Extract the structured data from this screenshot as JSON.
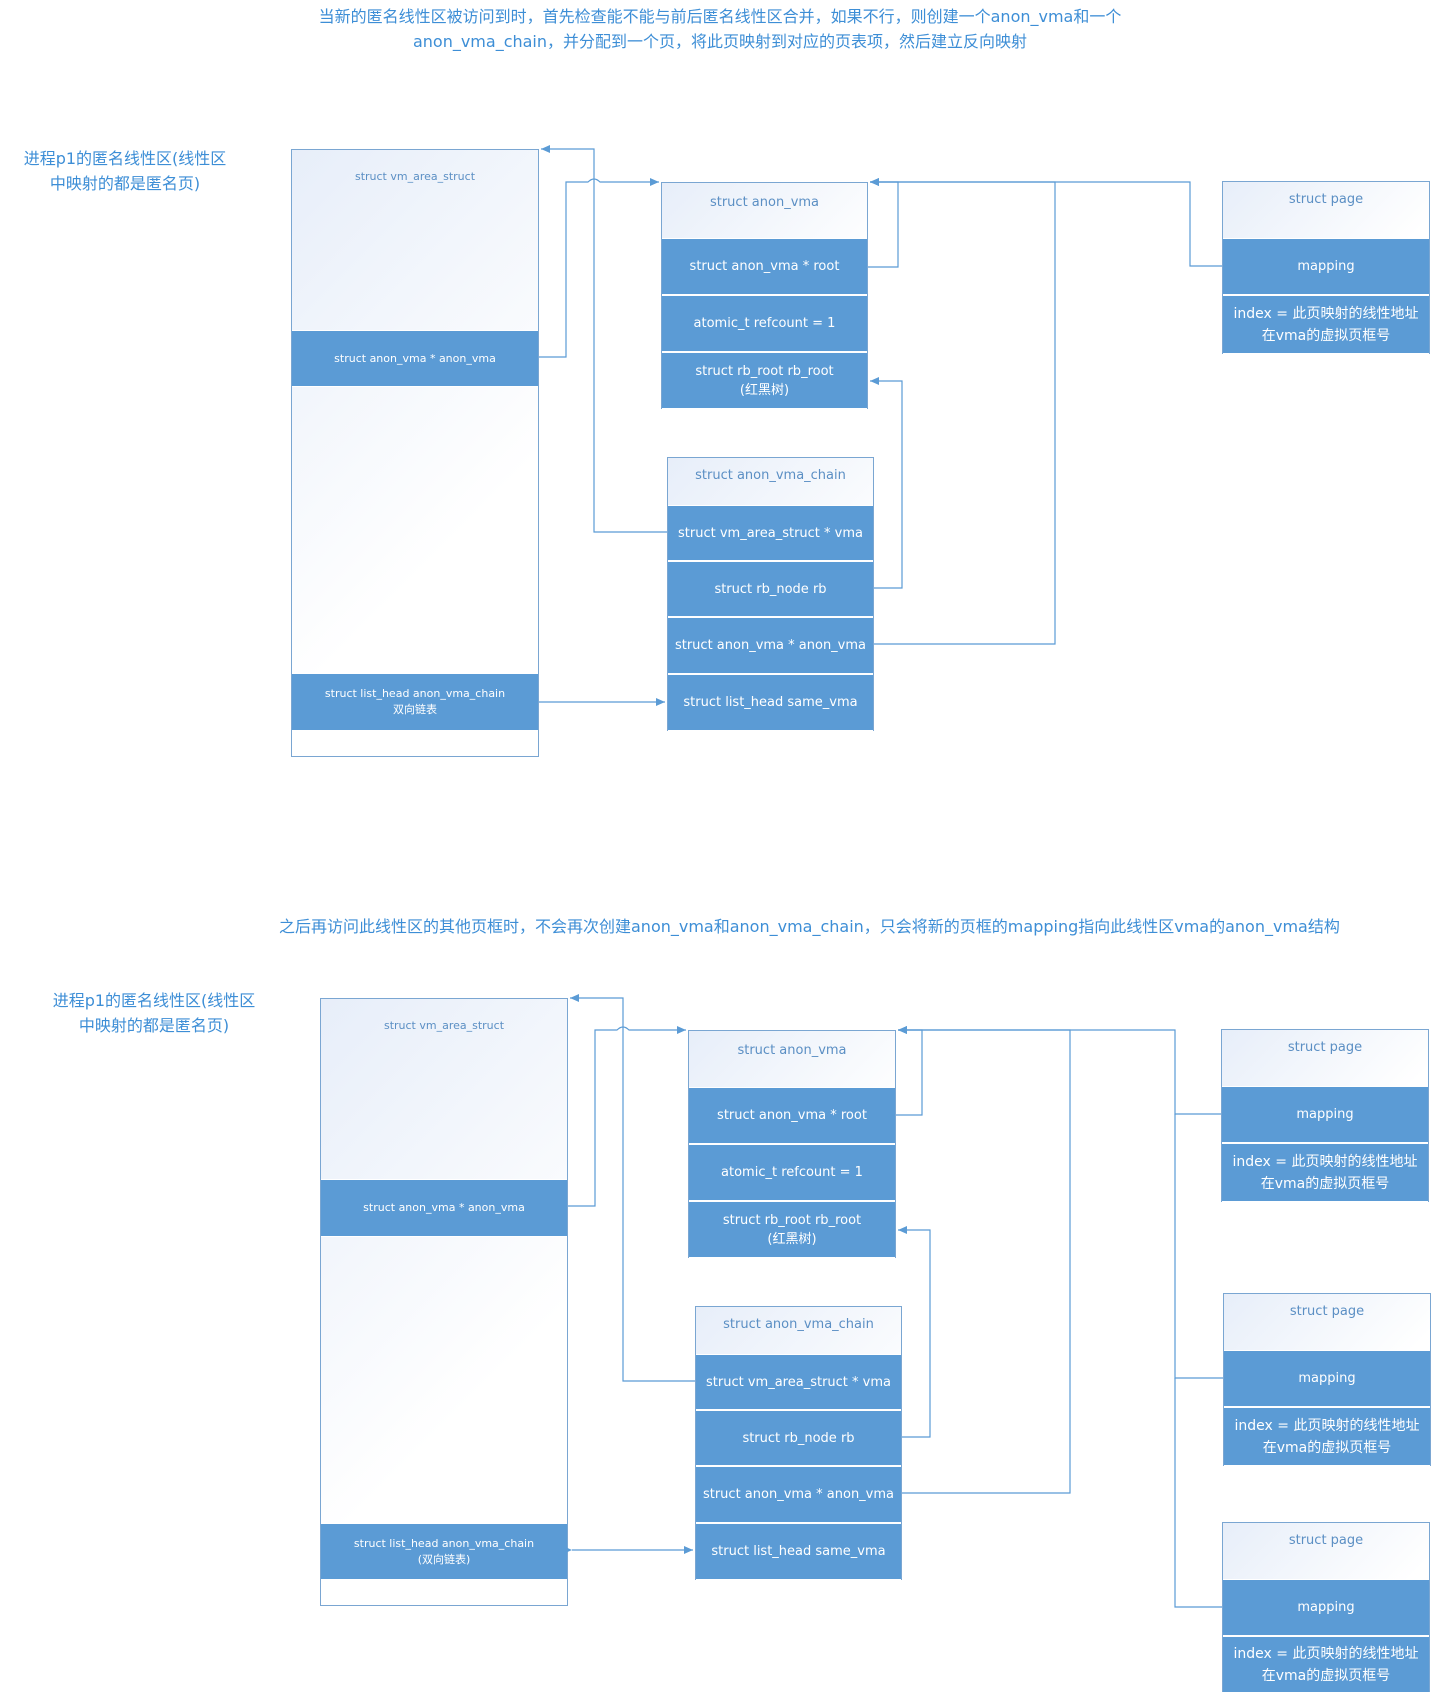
{
  "colors": {
    "accent": "#5b9bd5",
    "line": "#5b9bd5",
    "text": "#3d8ed6"
  },
  "top": {
    "caption": [
      "当新的匿名线性区被访问到时，首先检查能不能与前后匿名线性区合并，如果不行，则创建一个anon_vma和一个",
      "anon_vma_chain，并分配到一个页，将此页映射到对应的页表项，然后建立反向映射"
    ],
    "process_label": [
      "进程p1的匿名线性区(线性区",
      "中映射的都是匿名页)"
    ],
    "vma": {
      "title": "struct vm_area_struct",
      "anon_vma_field": "struct anon_vma * anon_vma",
      "chain_field": [
        "struct list_head  anon_vma_chain",
        "双向链表"
      ]
    },
    "anon_vma": {
      "title": "struct anon_vma",
      "root": "struct anon_vma * root",
      "refcount": "atomic_t  refcount = 1",
      "rb_root": [
        "struct rb_root rb_root",
        "(红黑树)"
      ]
    },
    "chain": {
      "title": "struct anon_vma_chain",
      "vma": "struct vm_area_struct * vma",
      "rb": "struct rb_node rb",
      "anon_vma": "struct anon_vma * anon_vma",
      "same_vma": "struct list_head same_vma"
    },
    "page": {
      "title": "struct page",
      "mapping": "mapping",
      "index": [
        "index = 此页映射的线性地址",
        "在vma的虚拟页框号"
      ]
    }
  },
  "bottom": {
    "caption": "之后再访问此线性区的其他页框时，不会再次创建anon_vma和anon_vma_chain，只会将新的页框的mapping指向此线性区vma的anon_vma结构",
    "process_label": [
      "进程p1的匿名线性区(线性区",
      "中映射的都是匿名页)"
    ],
    "vma": {
      "title": "struct vm_area_struct",
      "anon_vma_field": "struct anon_vma * anon_vma",
      "chain_field": [
        "struct list_head anon_vma_chain",
        "(双向链表)"
      ]
    },
    "anon_vma": {
      "title": "struct anon_vma",
      "root": "struct anon_vma * root",
      "refcount": "atomic_t  refcount = 1",
      "rb_root": [
        "struct rb_root rb_root",
        "(红黑树)"
      ]
    },
    "chain": {
      "title": "struct anon_vma_chain",
      "vma": "struct vm_area_struct * vma",
      "rb": "struct rb_node rb",
      "anon_vma": "struct anon_vma * anon_vma",
      "same_vma": "struct list_head same_vma"
    },
    "pages": [
      {
        "title": "struct page",
        "mapping": "mapping",
        "index": [
          "index = 此页映射的线性地址",
          "在vma的虚拟页框号"
        ]
      },
      {
        "title": "struct page",
        "mapping": "mapping",
        "index": [
          "index = 此页映射的线性地址",
          "在vma的虚拟页框号"
        ]
      },
      {
        "title": "struct page",
        "mapping": "mapping",
        "index": [
          "index = 此页映射的线性地址",
          "在vma的虚拟页框号"
        ]
      }
    ]
  }
}
